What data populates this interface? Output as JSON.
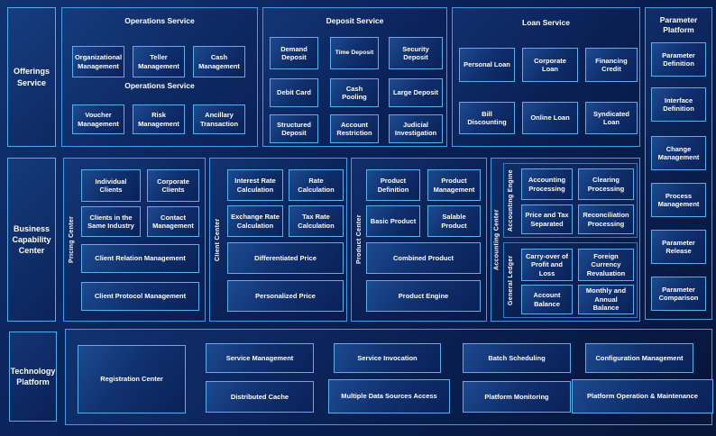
{
  "colors": {
    "background": "#0a2158",
    "panel_border": "#3e9ee8",
    "box_border": "#58b0ef",
    "text": "#ffffff"
  },
  "offerings": {
    "label": "Offerings Service",
    "operations": {
      "title": "Operations Service",
      "mid_title": "Operations Service",
      "row1": [
        "Organizational Management",
        "Teller Management",
        "Cash Management"
      ],
      "row2": [
        "Voucher Management",
        "Risk Management",
        "Ancillary Transaction"
      ]
    },
    "deposit": {
      "title": "Deposit Service",
      "boxes": [
        "Demand Deposit",
        "Time Deposit",
        "Security Deposit",
        "Debit Card",
        "Cash Pooling",
        "Large Deposit",
        "Structured Deposit",
        "Account Restriction",
        "Judicial Investigation"
      ]
    },
    "loan": {
      "title": "Loan Service",
      "boxes": [
        "Personal Loan",
        "Corporate Loan",
        "Financing Credit",
        "Bill Discounting",
        "Online Loan",
        "Syndicated Loan"
      ]
    }
  },
  "parameter_platform": {
    "title": "Parameter Platform",
    "boxes": [
      "Parameter Definition",
      "Interface Definition",
      "Change Management",
      "Process Management",
      "Parameter Release",
      "Parameter Comparison"
    ]
  },
  "business_capability": {
    "label": "Business Capability Center",
    "pricing_center": {
      "vertical_label": "Pricing Center",
      "small_boxes": [
        "Individual Clients",
        "Corporate Clients",
        "Clients in the Same Industry",
        "Contact Management"
      ],
      "wide_boxes": [
        "Client Relation Management",
        "Client Protocol Management"
      ]
    },
    "client_center": {
      "vertical_label": "Client Center",
      "small_boxes": [
        "Interest Rate Calculation",
        "Rate Calculation",
        "Exchange Rate Calculation",
        "Tax Rate Calculation"
      ],
      "wide_boxes": [
        "Differentiated Price",
        "Personalized Price"
      ]
    },
    "product_center": {
      "vertical_label": "Product Center",
      "small_boxes": [
        "Product Definition",
        "Product Management",
        "Basic Product",
        "Salable Product"
      ],
      "wide_boxes": [
        "Combined Product",
        "Product Engine"
      ]
    },
    "accounting_center": {
      "vertical_label": "Accounting Center",
      "groups": [
        {
          "vertical_label": "Accounting Engine",
          "boxes": [
            "Accounting Processing",
            "Clearing Processing",
            "Price and Tax Separated",
            "Reconciliation Processing"
          ]
        },
        {
          "vertical_label": "General Ledger",
          "boxes": [
            "Carry-over of Profit and Loss",
            "Foreign Currency Revaluation",
            "Account Balance",
            "Monthly and Annual Balance"
          ]
        }
      ]
    }
  },
  "technology_platform": {
    "label": "Technology Platform",
    "registration": "Registration Center",
    "top_row": [
      "Service Management",
      "Service Invocation",
      "Batch Scheduling",
      "Configuration Management"
    ],
    "bottom_row": [
      "Distributed Cache",
      "Multiple Data Sources Access",
      "Platform Monitoring",
      "Platform Operation & Maintenance"
    ]
  }
}
